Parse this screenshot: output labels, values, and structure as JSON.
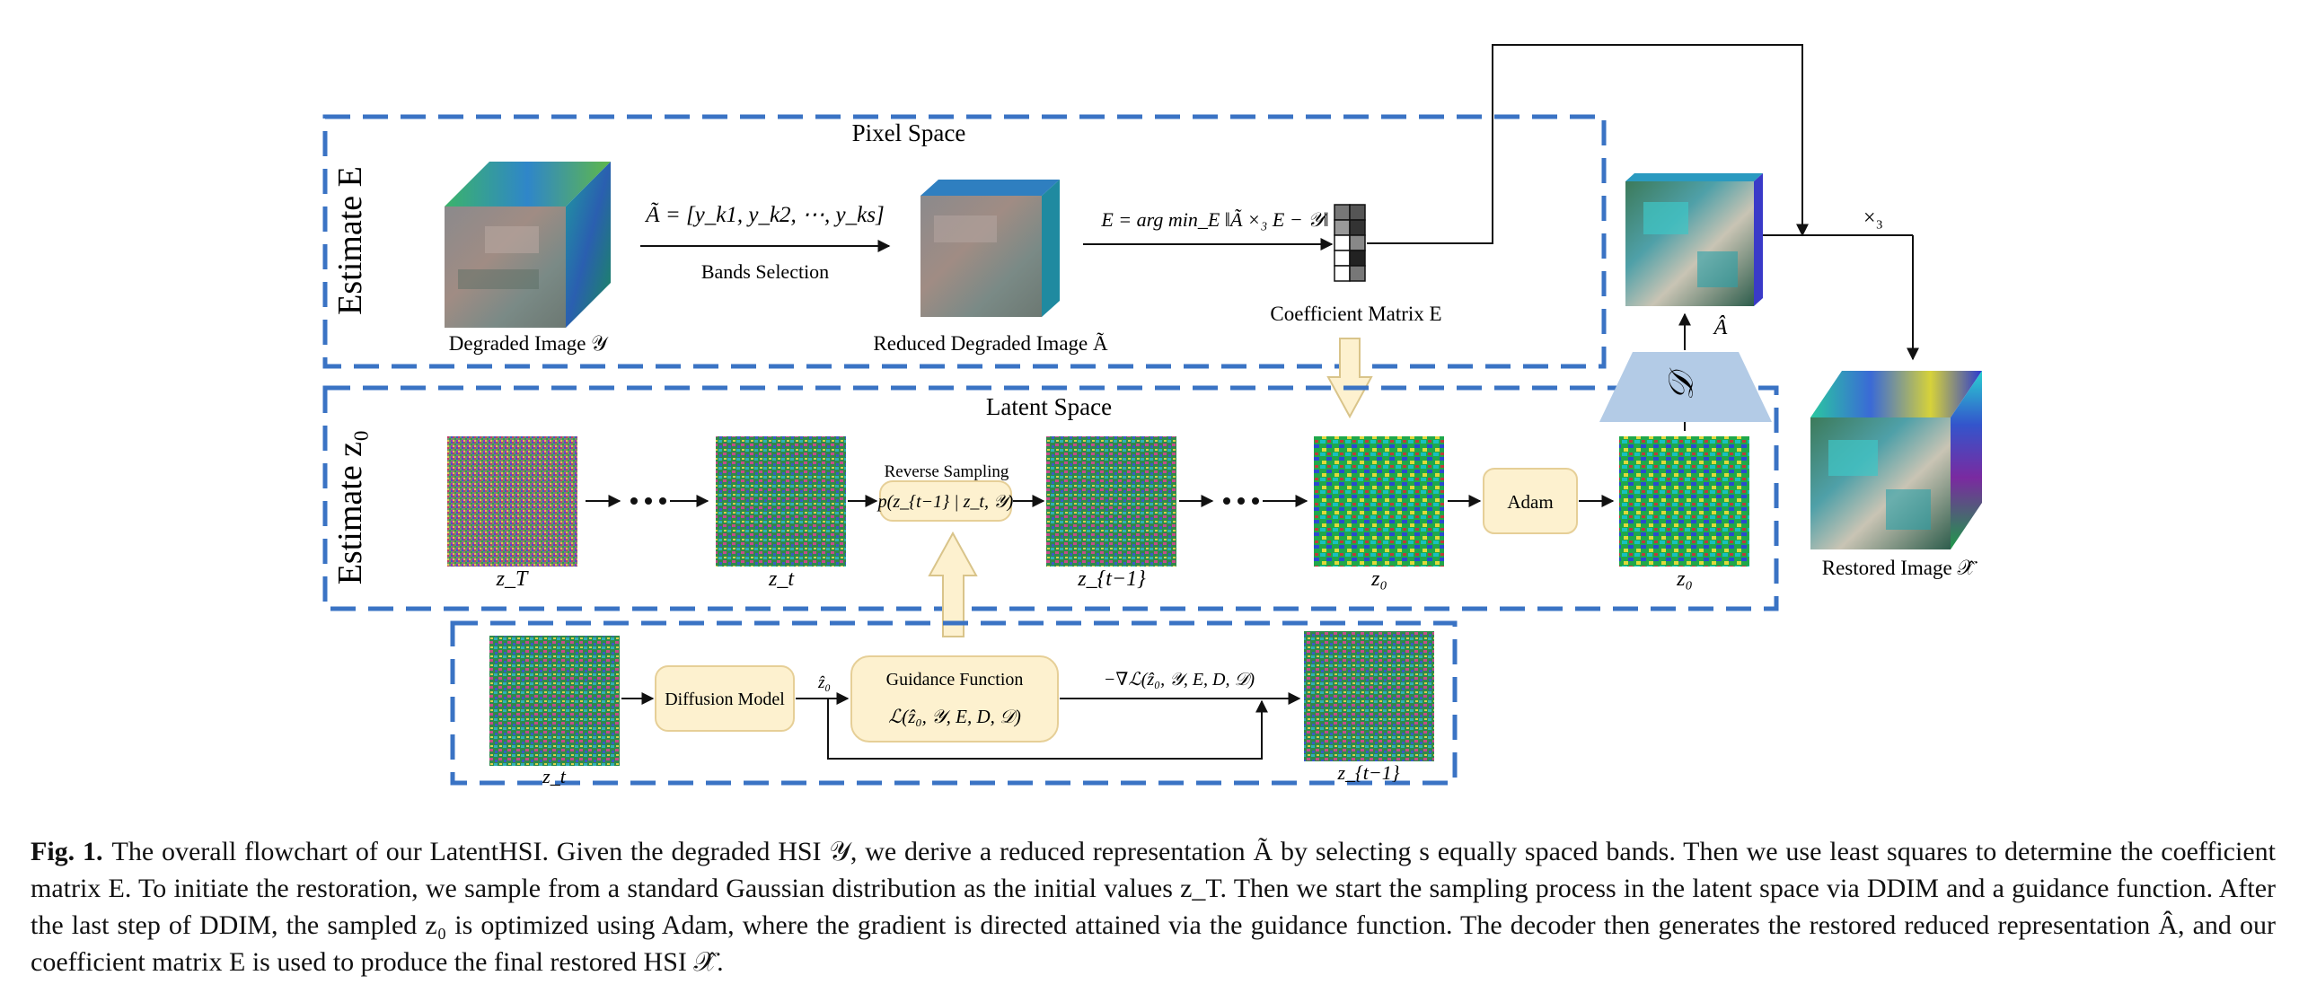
{
  "panels": {
    "pixel_space": "Pixel Space",
    "latent_space": "Latent Space",
    "estimate_e": "Estimate E",
    "estimate_z0": "Estimate z₀"
  },
  "pixel": {
    "degraded_label": "Degraded Image 𝒴",
    "reduced_label": "Reduced Degraded Image Ã",
    "coef_label": "Coefficient Matrix E",
    "bands_formula": "Ã = [y_k1, y_k2, ⋯, y_ks]",
    "bands_selection": "Bands Selection",
    "ls_formula": "E = arg min_E ‖Ã ×₃ E − 𝒴‖"
  },
  "latent": {
    "zT": "z_T",
    "zt": "z_t",
    "zt_1": "z_{t−1}",
    "z0a": "z₀",
    "z0b": "z₀",
    "reverse_sampling": "Reverse Sampling",
    "reverse_formula": "p(z_{t−1} | z_t, 𝒴)",
    "adam": "Adam"
  },
  "guidance": {
    "zt": "z_t",
    "diffusion_model": "Diffusion Model",
    "z0_hat": "ẑ₀",
    "guidance_title": "Guidance Function",
    "guidance_formula": "ℒ(ẑ₀, 𝒴, E, D, 𝒟)",
    "gradient": "−∇ℒ(ẑ₀, 𝒴, E, D, 𝒟)",
    "zt_1": "z_{t−1}"
  },
  "decoder": {
    "symbol": "𝒟",
    "a_hat": "Â",
    "times3": "×₃",
    "restored_label": "Restored Image 𝒳̂"
  },
  "caption": {
    "fig_label": "Fig. 1.",
    "text": "The overall flowchart of our LatentHSI. Given the degraded HSI 𝒴, we derive a reduced representation Ã by selecting s equally spaced bands. Then we use least squares to determine the coefficient matrix E. To initiate the restoration, we sample from a standard Gaussian distribution as the initial values z_T. Then we start the sampling process in the latent space via DDIM and a guidance function. After the last step of DDIM, the sampled z₀ is optimized using Adam, where the gradient is directed attained via the guidance function. The decoder then generates the restored reduced representation Â, and our coefficient matrix E is used to produce the final restored HSI 𝒳̂."
  },
  "colors": {
    "dash_blue": "#3a73c4",
    "box_fill": "#fdf1cf",
    "box_stroke": "#e6cf97",
    "decoder_fill": "#b3cbe6",
    "arrow_fill": "#fdf1cf"
  }
}
